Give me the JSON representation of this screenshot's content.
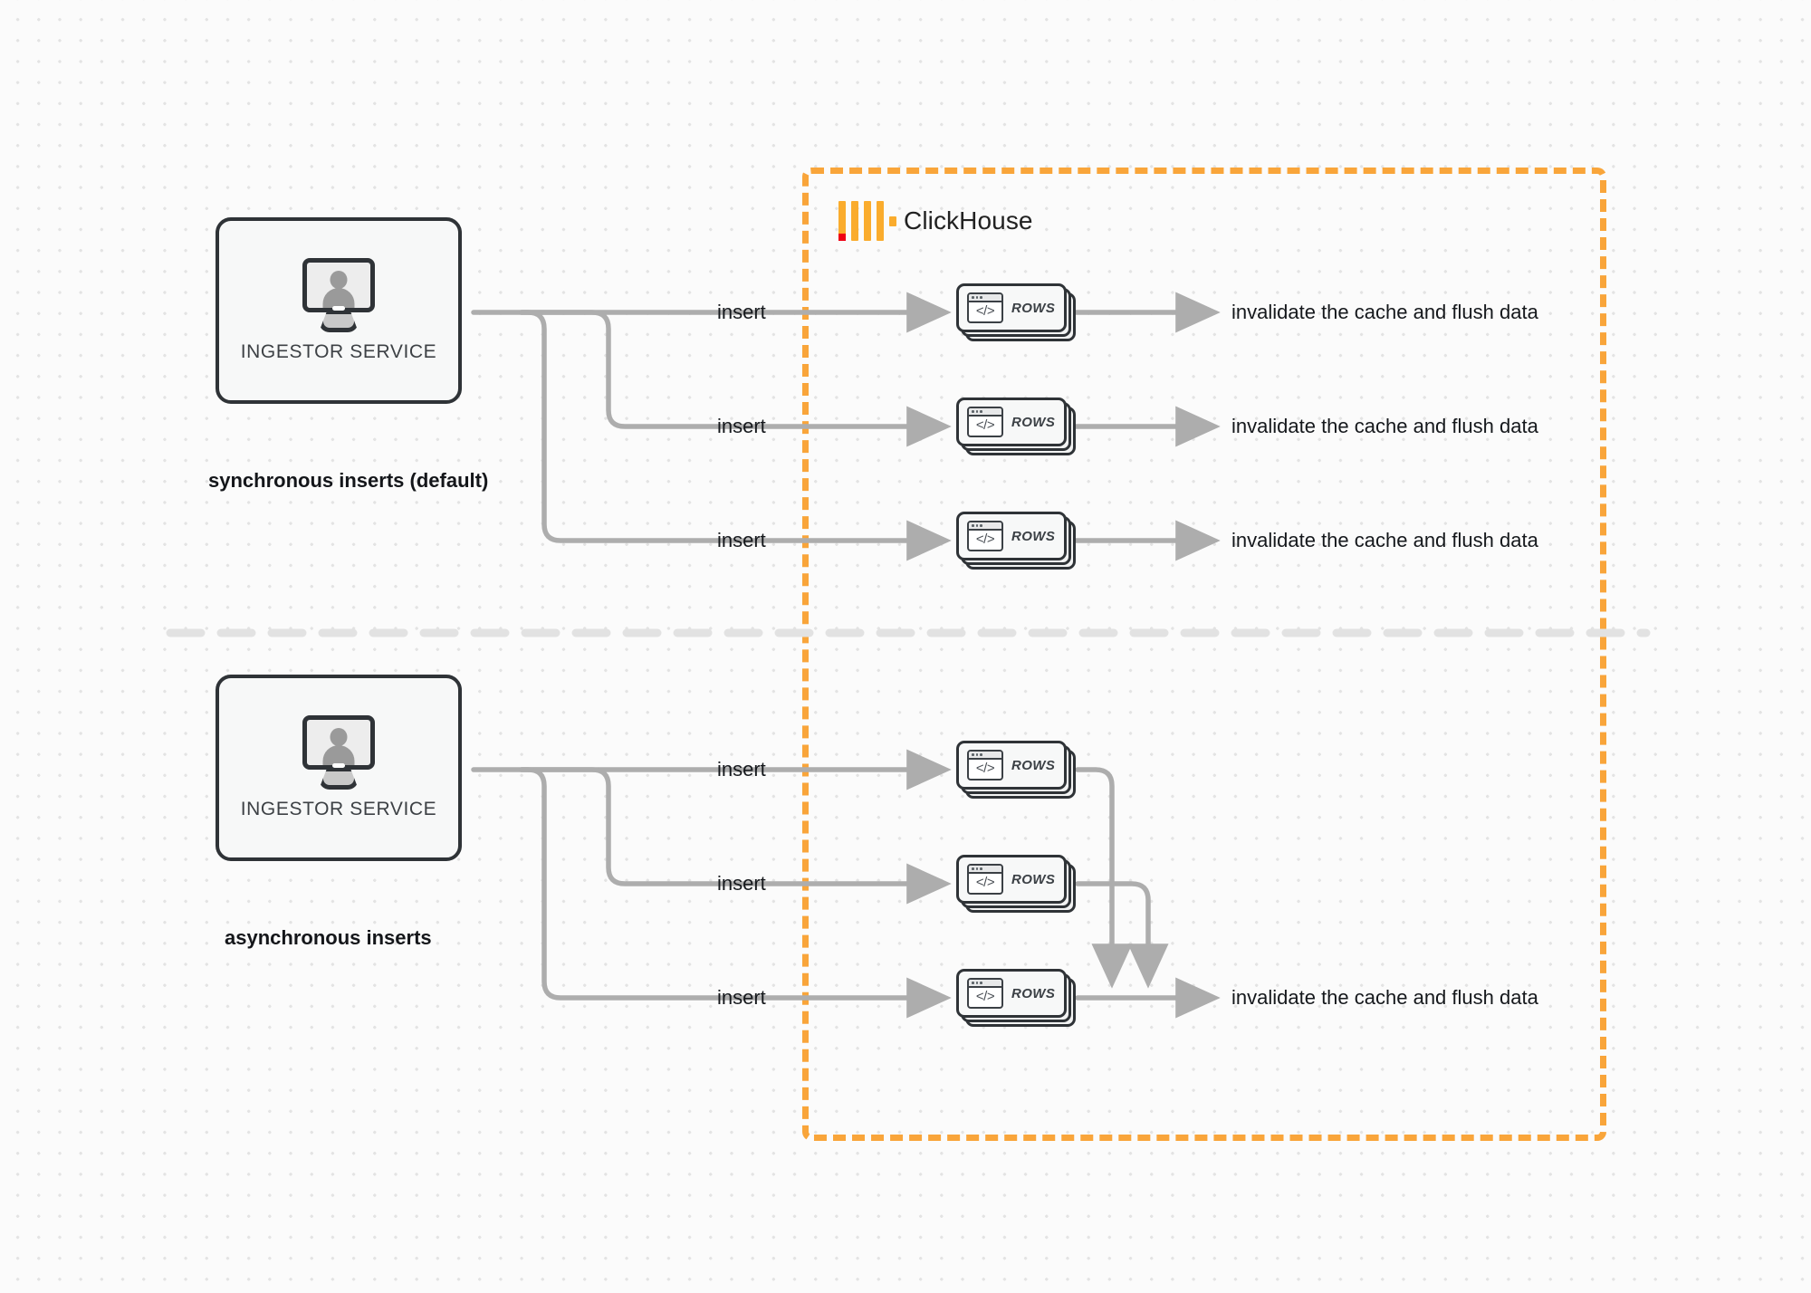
{
  "diagram": {
    "title": "ClickHouse synchronous vs asynchronous inserts",
    "colors": {
      "accent_orange": "#F9A53A",
      "logo_red": "#EF0013",
      "line_gray": "#ADADAD",
      "border_dark": "#2F3337",
      "background": "#FBFBFB"
    }
  },
  "clickhouse_region": {
    "logo_name": "clickhouse-logo-icon",
    "label": "ClickHouse"
  },
  "sections": [
    {
      "id": "synchronous",
      "caption": "synchronous inserts (default)",
      "source": {
        "label": "INGESTOR SERVICE",
        "icon": "monitor-user-icon"
      },
      "flows": [
        {
          "insert_label": "insert",
          "card_label": "ROWS",
          "card_icon": "code-window-icon",
          "result_label": "invalidate the cache and flush data"
        },
        {
          "insert_label": "insert",
          "card_label": "ROWS",
          "card_icon": "code-window-icon",
          "result_label": "invalidate the cache and flush data"
        },
        {
          "insert_label": "insert",
          "card_label": "ROWS",
          "card_icon": "code-window-icon",
          "result_label": "invalidate the cache and flush data"
        }
      ]
    },
    {
      "id": "asynchronous",
      "caption": "asynchronous inserts",
      "source": {
        "label": "INGESTOR SERVICE",
        "icon": "monitor-user-icon"
      },
      "flows": [
        {
          "insert_label": "insert",
          "card_label": "ROWS",
          "card_icon": "code-window-icon",
          "result_label": ""
        },
        {
          "insert_label": "insert",
          "card_label": "ROWS",
          "card_icon": "code-window-icon",
          "result_label": ""
        },
        {
          "insert_label": "insert",
          "card_label": "ROWS",
          "card_icon": "code-window-icon",
          "result_label": "invalidate the cache and flush data"
        }
      ],
      "merged_result_label": "invalidate the cache and flush data"
    }
  ]
}
